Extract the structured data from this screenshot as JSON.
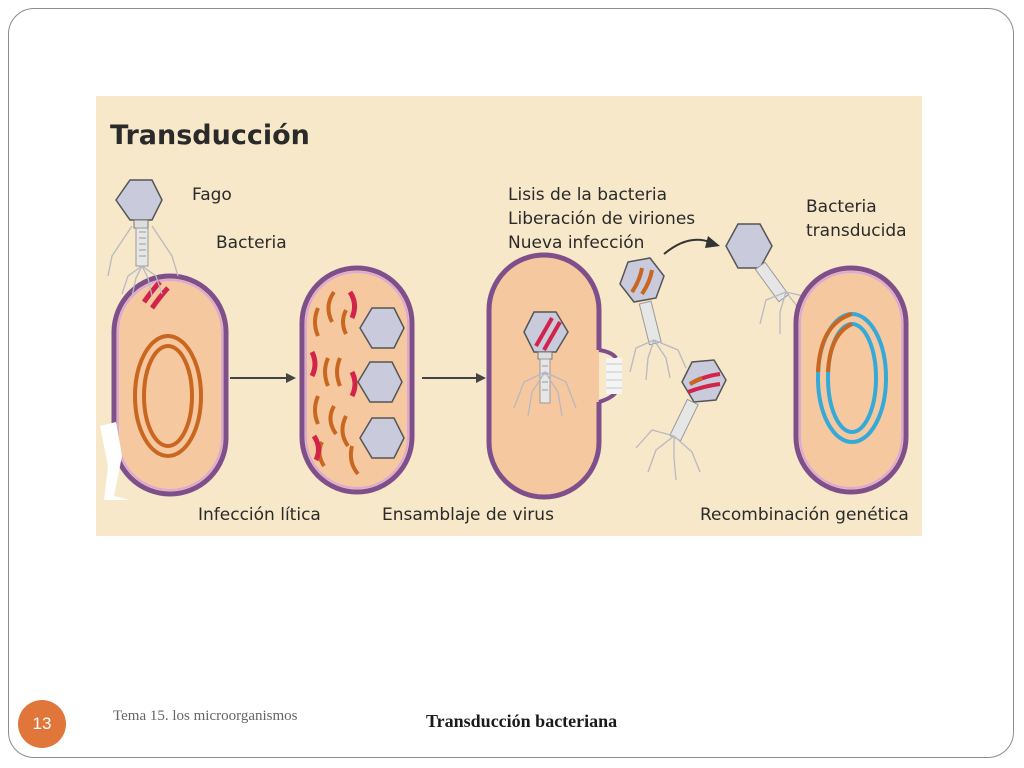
{
  "figure": {
    "title": "Transducción",
    "labels": {
      "phage": "Fago",
      "bacterium": "Bacteria",
      "lysis": "Lisis de la bacteria",
      "release": "Liberación de viriones",
      "new_infection": "Nueva infección",
      "transduced_1": "Bacteria",
      "transduced_2": "transducida"
    },
    "steps": [
      "Infección lítica",
      "Ensamblaje de virus",
      "Recombinación genética"
    ],
    "colors": {
      "background": "#f7e8c9",
      "cell_fill": "#f6c8a0",
      "cell_membrane": "#7f4f8c",
      "chromosome": "#c9661f",
      "phage_dna": "#d2234a",
      "recombined_dna": "#35a9d8",
      "capsid": "#c9cadc"
    }
  },
  "footer": {
    "slide_number": "13",
    "topic": "Tema 15. los microorganismos",
    "slide_title": "Transducción bacteriana"
  }
}
